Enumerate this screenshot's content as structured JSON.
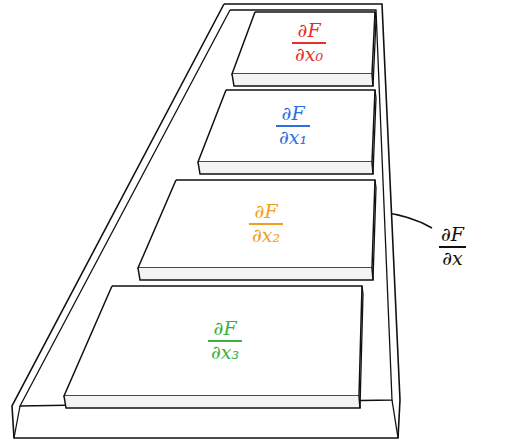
{
  "diagram": {
    "nodes": [
      {
        "text": [
          "∂F",
          "∂x"
        ]
      },
      {
        "text": [
          "∂F",
          "∂x₀"
        ],
        "in": 0
      },
      {
        "text": [
          "∂F",
          "∂x₁"
        ],
        "in": 0
      },
      {
        "text": [
          "∂F",
          "∂x₂"
        ],
        "in": 0
      },
      {
        "text": [
          "∂F",
          "∂x₃"
        ],
        "in": 0
      }
    ]
  }
}
